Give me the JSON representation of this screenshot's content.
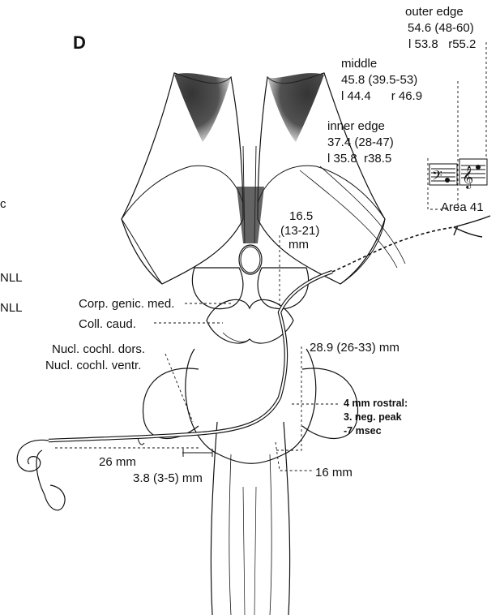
{
  "panel_letter": "D",
  "left_edge_labels": [
    "c",
    "NLL",
    "NLL"
  ],
  "outer_edge": {
    "title": "outer edge",
    "value": "54.6 (48-60)",
    "lr": "l 53.8   r55.2"
  },
  "middle": {
    "title": "middle",
    "value": "45.8 (39.5-53)",
    "lr": "l 44.4      r 46.9"
  },
  "inner_edge": {
    "title": "inner edge",
    "value": "37.4 (28-47)",
    "lr": "l 35.8  r38.5"
  },
  "area_label": "Area 41",
  "distance_top": {
    "line1": "16.5",
    "line2": "(13-21)",
    "line3": "mm"
  },
  "structures": {
    "corp_genic": "Corp. genic. med.",
    "coll_caud": "Coll. caud.",
    "cochl_dors": "Nucl. cochl. dors.",
    "cochl_ventr": "Nucl. cochl. ventr."
  },
  "distance_mid": "28.9 (26-33) mm",
  "rostral_note": {
    "line1": "4 mm rostral:",
    "line2": "3. neg. peak",
    "line3": "-7 msec"
  },
  "distance_nerve": "26 mm",
  "distance_small": "3.8 (3-5) mm",
  "distance_bottom": "16 mm",
  "colors": {
    "ink": "#111111",
    "paper": "#ffffff"
  }
}
